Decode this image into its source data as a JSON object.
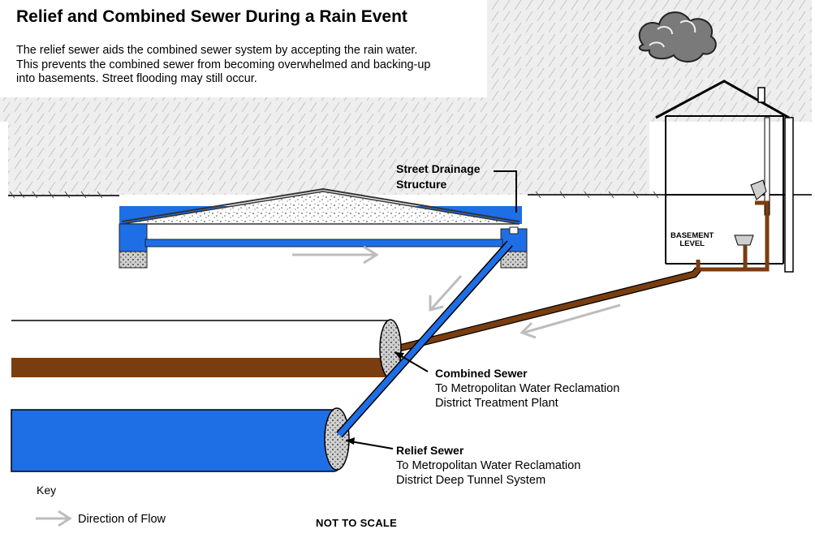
{
  "title": "Relief and Combined Sewer During a Rain Event",
  "intro": {
    "line1": "The relief sewer aids the combined sewer system by accepting the rain water.",
    "line2": "This prevents the combined sewer from becoming overwhelmed and backing-up",
    "line3": "into basements. Street flooding may still occur."
  },
  "labels": {
    "street_drainage_line1": "Street Drainage",
    "street_drainage_line2": "Structure",
    "combined_sewer_title": "Combined Sewer",
    "combined_sewer_line1": "To Metropolitan Water Reclamation",
    "combined_sewer_line2": "District Treatment Plant",
    "relief_sewer_title": "Relief Sewer",
    "relief_sewer_line1": "To Metropolitan Water Reclamation",
    "relief_sewer_line2": "District Deep Tunnel System",
    "basement_line1": "BASEMENT",
    "basement_line2": "LEVEL"
  },
  "key": {
    "title": "Key",
    "direction_of_flow": "Direction of Flow"
  },
  "scale_note": "NOT TO SCALE",
  "colors": {
    "water_blue": "#1e6fe6",
    "sewage_brown": "#7a3d10",
    "arrow_gray": "#bdbdbd",
    "rain_gray": "#e6e6e6"
  }
}
